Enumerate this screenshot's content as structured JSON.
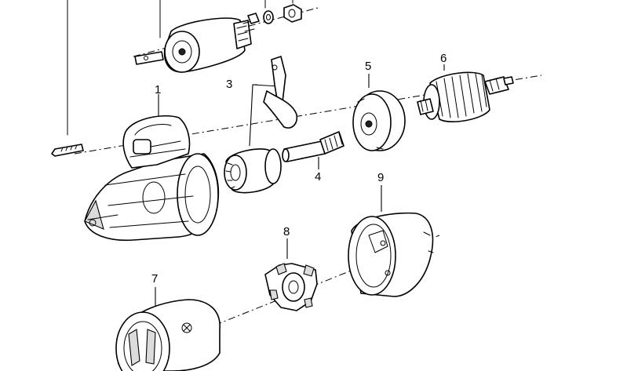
{
  "diagram": {
    "callouts": [
      {
        "id": "c1",
        "label": "1"
      },
      {
        "id": "c3",
        "label": "3"
      },
      {
        "id": "c4",
        "label": "4"
      },
      {
        "id": "c5",
        "label": "5"
      },
      {
        "id": "c6",
        "label": "6"
      },
      {
        "id": "c7",
        "label": "7"
      },
      {
        "id": "c8",
        "label": "8"
      },
      {
        "id": "c9",
        "label": "9"
      }
    ]
  }
}
